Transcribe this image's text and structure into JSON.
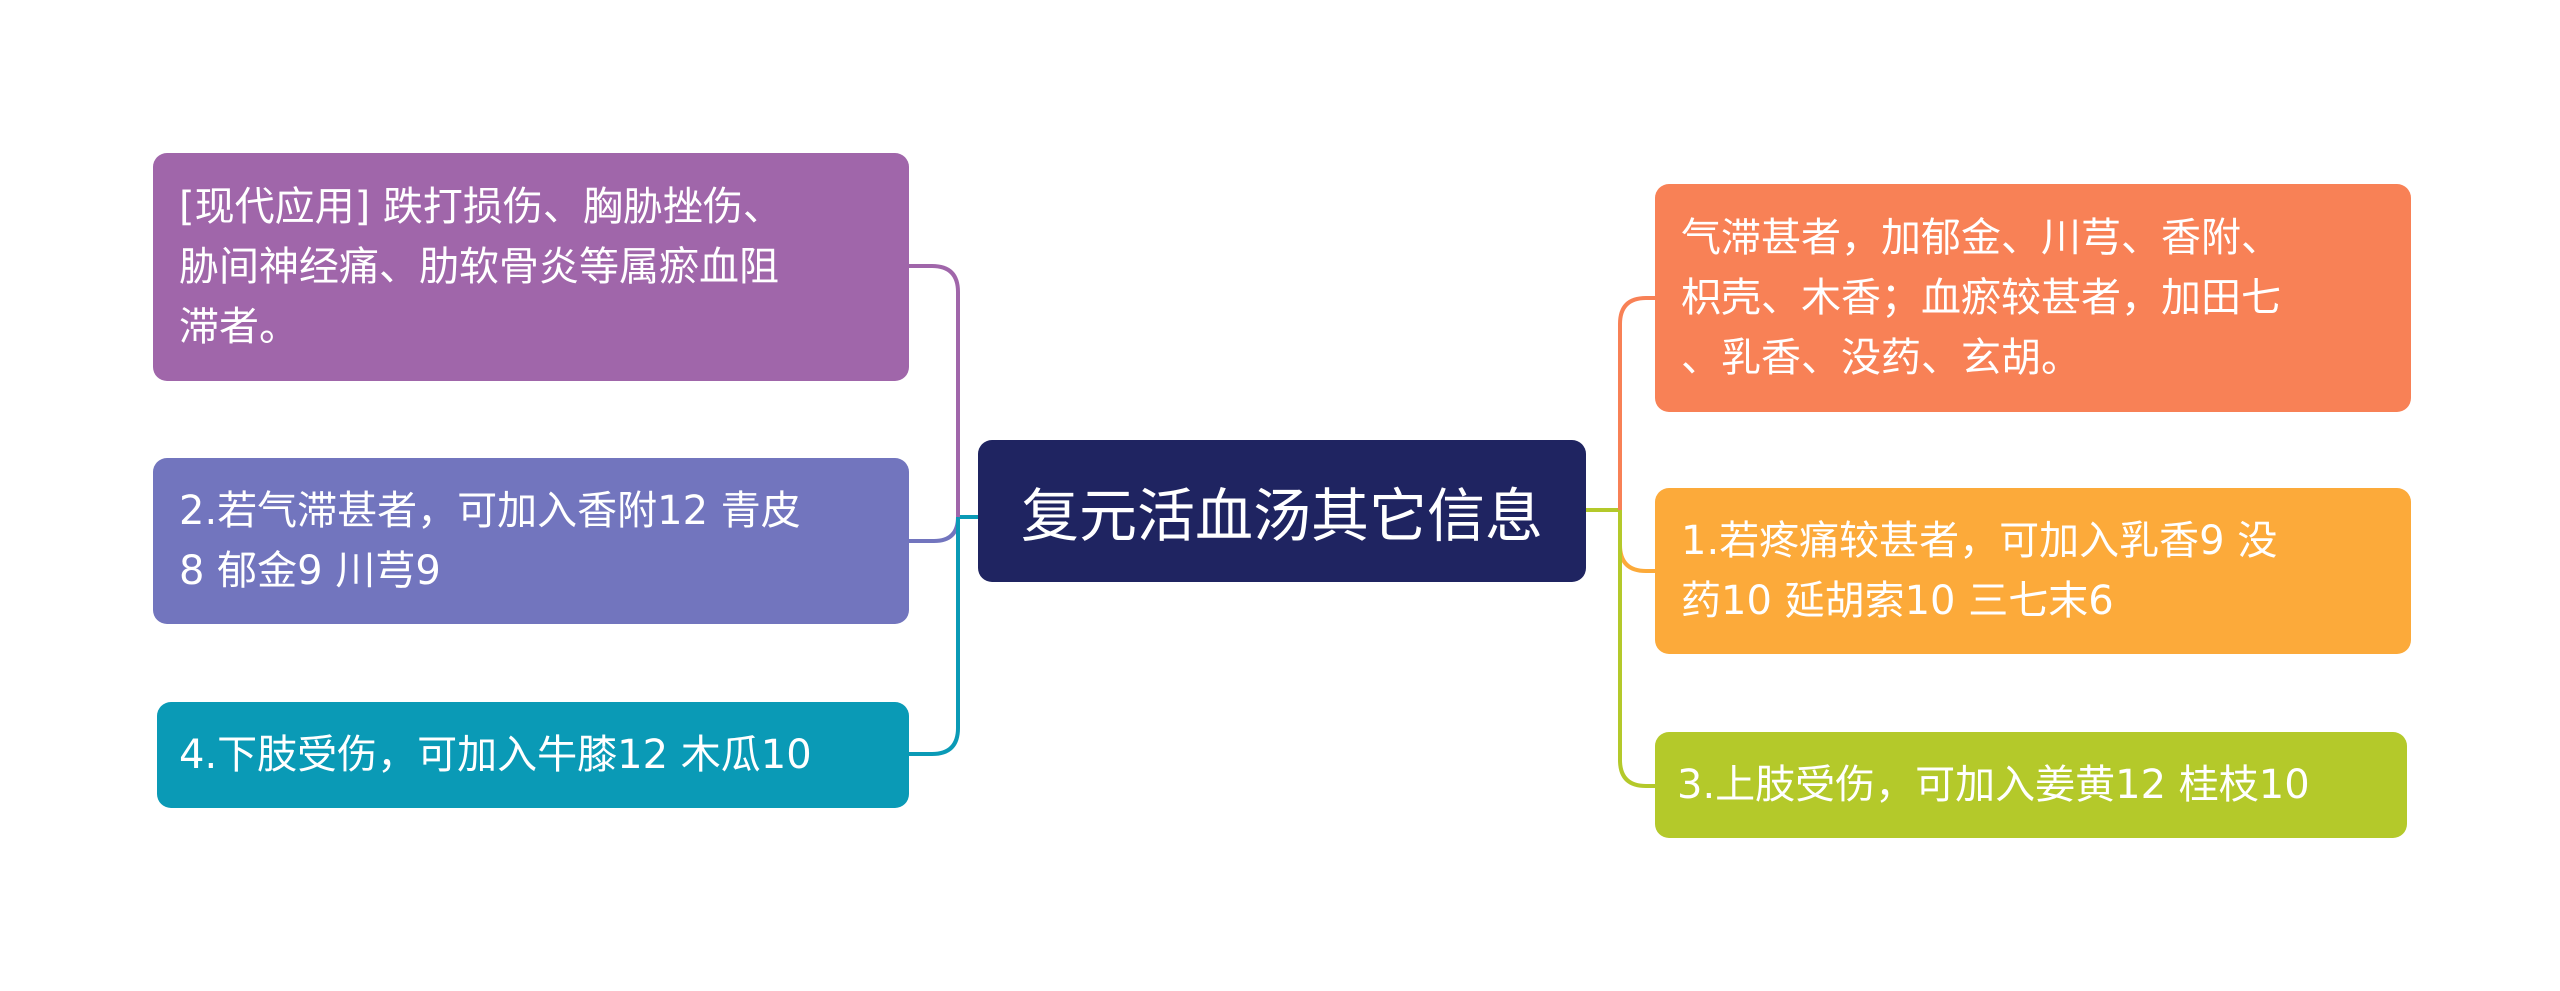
{
  "title": "复元活血汤其它信息",
  "colors": {
    "center": "#1f2461",
    "purple_dark": "#a066aa",
    "purple_blue": "#7275be",
    "teal": "#0a9ab6",
    "orange_red": "#f88156",
    "orange": "#fcaa3a",
    "lime": "#b4c92a"
  },
  "left_nodes": [
    {
      "text": "[现代应用] 跌打损伤、胸胁挫伤、\n胁间神经痛、肋软骨炎等属瘀血阻\n滞者。"
    },
    {
      "text": "2.若气滞甚者，可加入香附12 青皮\n8 郁金9 川芎9"
    },
    {
      "text": "4.下肢受伤，可加入牛膝12 木瓜10"
    }
  ],
  "right_nodes": [
    {
      "text": "气滞甚者，加郁金、川芎、香附、\n枳壳、木香；血瘀较甚者，加田七\n、乳香、没药、玄胡。"
    },
    {
      "text": "1.若疼痛较甚者，可加入乳香9 没\n药10 延胡索10 三七末6"
    },
    {
      "text": "3.上肢受伤，可加入姜黄12 桂枝10"
    }
  ]
}
